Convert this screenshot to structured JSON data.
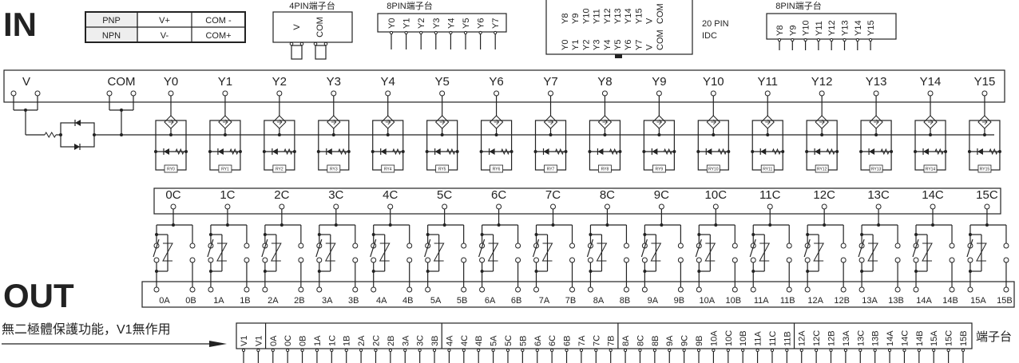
{
  "titles": {
    "in": "IN",
    "out": "OUT"
  },
  "type_table": {
    "rows": [
      [
        "PNP",
        "V+",
        "COM -"
      ],
      [
        "NPN",
        "V-",
        "COM+"
      ]
    ]
  },
  "connectors": {
    "pin4": {
      "title": "4PIN端子台",
      "pins": [
        "V",
        "COM"
      ]
    },
    "pin8_left": {
      "title": "8PIN端子台",
      "pins": [
        "Y0",
        "Y1",
        "Y2",
        "Y3",
        "Y4",
        "Y5",
        "Y6",
        "Y7"
      ]
    },
    "idc": {
      "title_line1": "20 PIN",
      "title_line2": "IDC",
      "top_row": [
        "Y8",
        "Y9",
        "Y10",
        "Y11",
        "Y12",
        "Y13",
        "Y14",
        "Y15",
        "V",
        "COM"
      ],
      "bottom_row": [
        "Y0",
        "Y1",
        "Y2",
        "Y3",
        "Y4",
        "Y5",
        "Y6",
        "Y7",
        "V",
        "COM"
      ]
    },
    "pin8_right": {
      "title": "8PIN端子台",
      "pins": [
        "Y8",
        "Y9",
        "Y10",
        "Y11",
        "Y12",
        "Y13",
        "Y14",
        "Y15"
      ]
    }
  },
  "input_block": {
    "power_labels": [
      "V",
      "COM"
    ],
    "channels": [
      "Y0",
      "Y1",
      "Y2",
      "Y3",
      "Y4",
      "Y5",
      "Y6",
      "Y7",
      "Y8",
      "Y9",
      "Y10",
      "Y11",
      "Y12",
      "Y13",
      "Y14",
      "Y15"
    ],
    "relays": [
      "RY0",
      "RY1",
      "RY2",
      "RY3",
      "RY4",
      "RY5",
      "RY6",
      "RY7",
      "RY8",
      "RY9",
      "RY10",
      "RY11",
      "RY12",
      "RY13",
      "RY14",
      "RY15"
    ]
  },
  "output_block": {
    "commons": [
      "0C",
      "1C",
      "2C",
      "3C",
      "4C",
      "5C",
      "6C",
      "7C",
      "8C",
      "9C",
      "10C",
      "11C",
      "12C",
      "13C",
      "14C",
      "15C"
    ],
    "contacts": [
      [
        "0A",
        "0B"
      ],
      [
        "1A",
        "1B"
      ],
      [
        "2A",
        "2B"
      ],
      [
        "3A",
        "3B"
      ],
      [
        "4A",
        "4B"
      ],
      [
        "5A",
        "5B"
      ],
      [
        "6A",
        "6B"
      ],
      [
        "7A",
        "7B"
      ],
      [
        "8A",
        "8B"
      ],
      [
        "9A",
        "9B"
      ],
      [
        "10A",
        "10B"
      ],
      [
        "11A",
        "11B"
      ],
      [
        "12A",
        "12B"
      ],
      [
        "13A",
        "13B"
      ],
      [
        "14A",
        "14B"
      ],
      [
        "15A",
        "15B"
      ]
    ]
  },
  "note": "無二極體保護功能，V1無作用",
  "terminal_strip": {
    "label": "端子台",
    "pins": [
      "V1",
      "V1",
      "0A",
      "0C",
      "0B",
      "1A",
      "1C",
      "1B",
      "2A",
      "2C",
      "2B",
      "3A",
      "3C",
      "3B",
      "4A",
      "4C",
      "4B",
      "5A",
      "5C",
      "5B",
      "6A",
      "6C",
      "6B",
      "7A",
      "7C",
      "7B",
      "8A",
      "8C",
      "8B",
      "9A",
      "9C",
      "9B",
      "10A",
      "10C",
      "10B",
      "11A",
      "11C",
      "11B",
      "12A",
      "12C",
      "12B",
      "13A",
      "13C",
      "13B",
      "14A",
      "14C",
      "14B",
      "15A",
      "15C",
      "15B"
    ]
  }
}
